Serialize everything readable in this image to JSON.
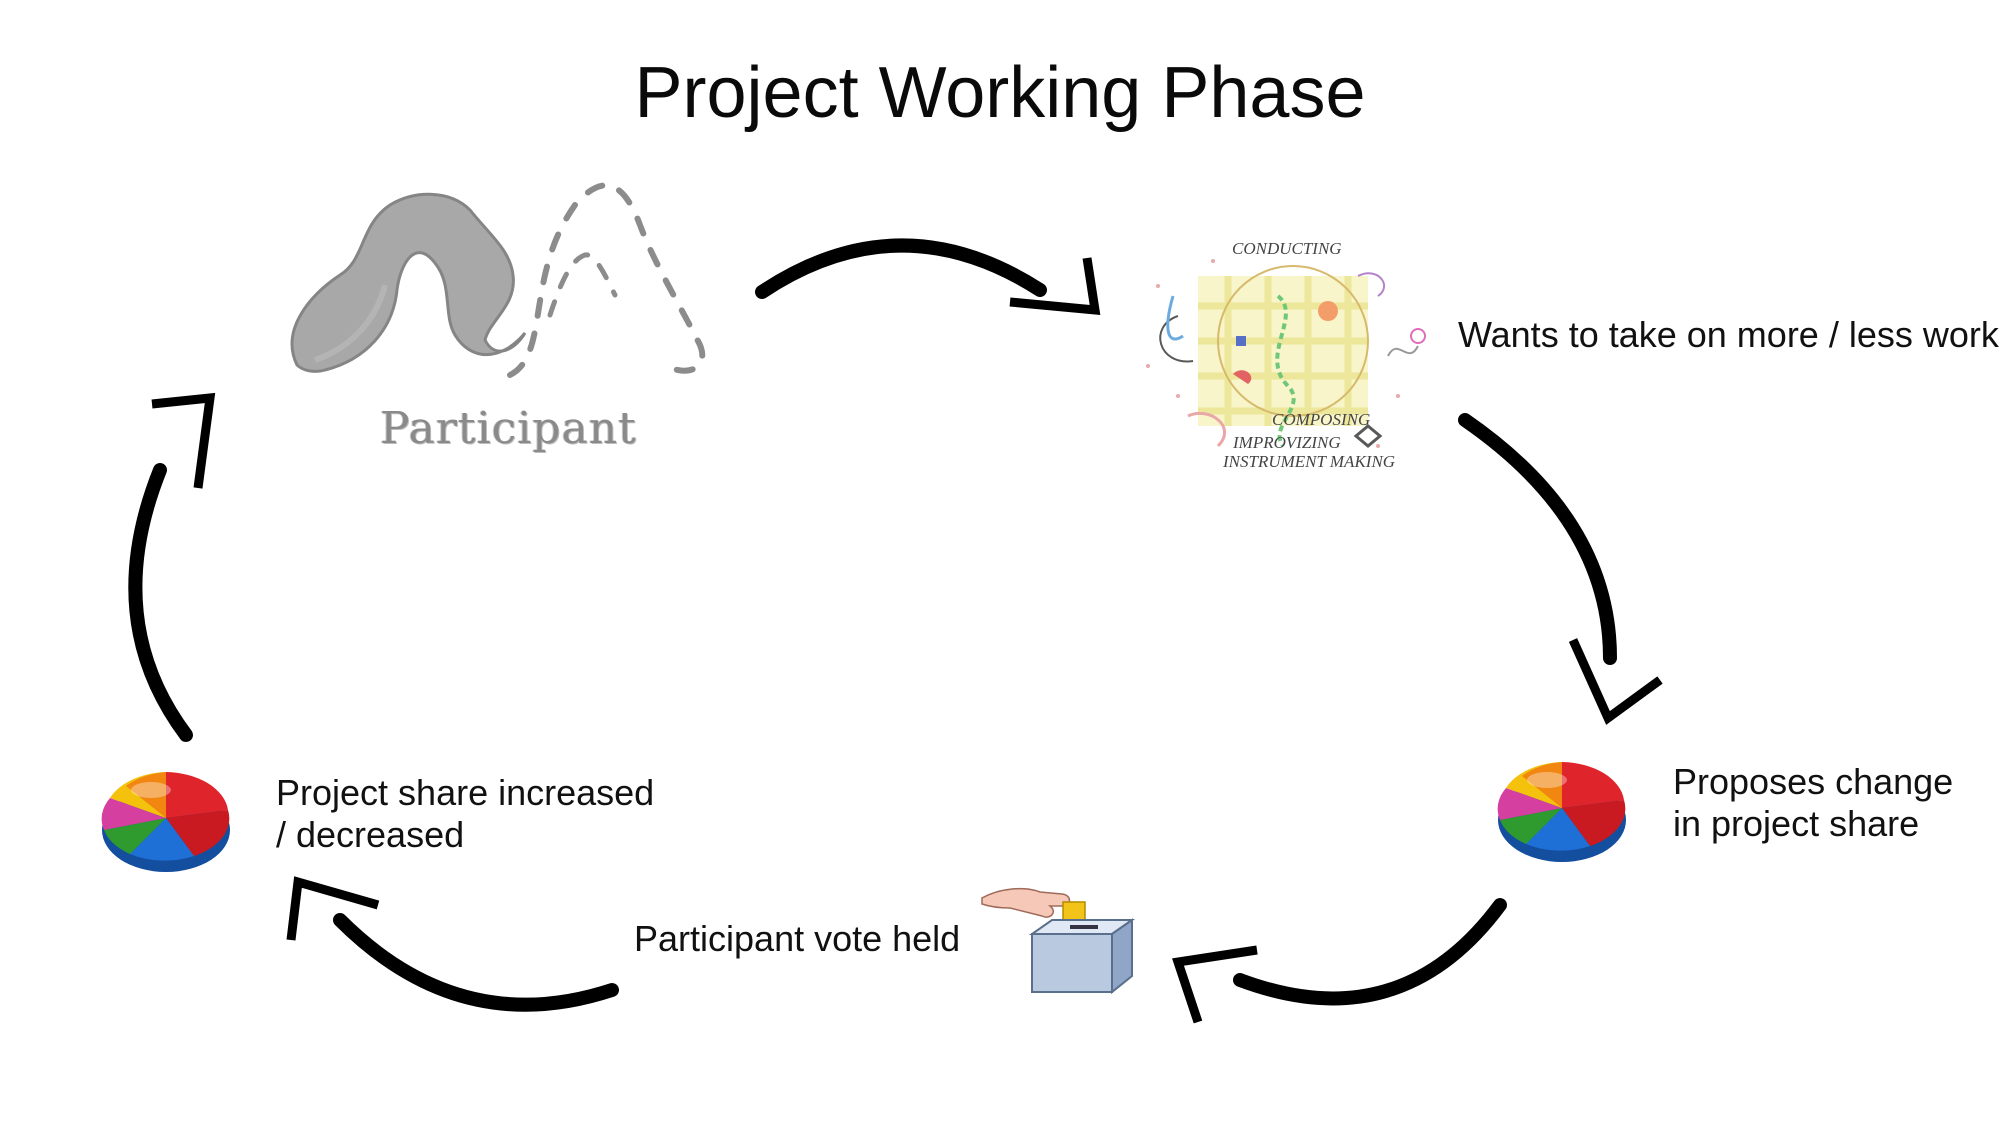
{
  "title": "Project Working Phase",
  "nodes": {
    "participant": {
      "word": "Participant"
    },
    "work_areas": {
      "words": [
        "CONDUCTING",
        "COMPOSING",
        "IMPROVIZING",
        "INSTRUMENT MAKING"
      ],
      "caption": "Wants to take on more / less work"
    },
    "proposal": {
      "caption_line1": "Proposes change",
      "caption_line2": "in project share"
    },
    "vote": {
      "caption": "Participant vote held"
    },
    "share": {
      "caption_line1": "Project share increased",
      "caption_line2": "/ decreased"
    }
  },
  "icons": {
    "participant": "pencil-sketch-figure-icon",
    "work_areas": "music-activity-collage-icon",
    "pie_chart": "3d-pie-chart-icon",
    "ballot_box": "ballot-box-icon",
    "cycle_arrow": "curved-arrow-icon"
  },
  "colors": {
    "text": "#111111",
    "arrow": "#000000",
    "sketch": "#8c8c8c",
    "pie_red": "#e0242b",
    "pie_blue": "#1e6fd6",
    "pie_green": "#2f9b2f",
    "pie_yellow": "#f4c20d",
    "pie_orange": "#f07b12",
    "pie_pink": "#d43fa0"
  }
}
